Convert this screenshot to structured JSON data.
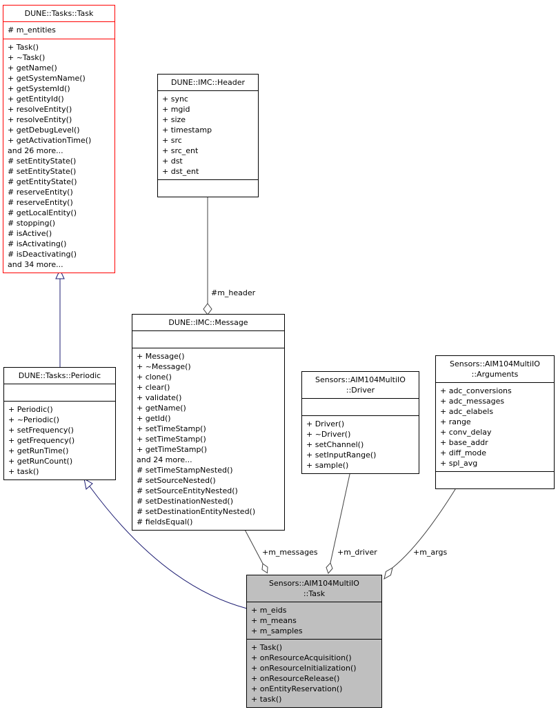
{
  "diagram": {
    "colors": {
      "background": "#ffffff",
      "node_border": "#000000",
      "highlighted_node_border": "#ff0000",
      "current_node_fill": "#bfbfbf",
      "inheritance_edge": "#191970",
      "membership_edge": "#404040"
    },
    "classes": {
      "dune_tasks_task": {
        "title": "DUNE::Tasks::Task",
        "attributes": [
          "# m_entities"
        ],
        "methods": [
          "+ Task()",
          "+ ~Task()",
          "+ getName()",
          "+ getSystemName()",
          "+ getSystemId()",
          "+ getEntityId()",
          "+ resolveEntity()",
          "+ resolveEntity()",
          "+ getDebugLevel()",
          "+ getActivationTime()",
          "and 26 more...",
          "# setEntityState()",
          "# setEntityState()",
          "# getEntityState()",
          "# reserveEntity()",
          "# reserveEntity()",
          "# getLocalEntity()",
          "# stopping()",
          "# isActive()",
          "# isActivating()",
          "# isDeactivating()",
          "and 34 more..."
        ]
      },
      "dune_imc_header": {
        "title": "DUNE::IMC::Header",
        "attributes": [
          "+ sync",
          "+ mgid",
          "+ size",
          "+ timestamp",
          "+ src",
          "+ src_ent",
          "+ dst",
          "+ dst_ent"
        ],
        "methods": []
      },
      "dune_imc_message": {
        "title": "DUNE::IMC::Message",
        "attributes": [],
        "methods": [
          "+ Message()",
          "+ ~Message()",
          "+ clone()",
          "+ clear()",
          "+ validate()",
          "+ getName()",
          "+ getId()",
          "+ setTimeStamp()",
          "+ setTimeStamp()",
          "+ getTimeStamp()",
          "and 24 more...",
          "# setTimeStampNested()",
          "# setSourceNested()",
          "# setSourceEntityNested()",
          "# setDestinationNested()",
          "# setDestinationEntityNested()",
          "# fieldsEqual()"
        ]
      },
      "dune_tasks_periodic": {
        "title": "DUNE::Tasks::Periodic",
        "attributes": [],
        "methods": [
          "+ Periodic()",
          "+ ~Periodic()",
          "+ setFrequency()",
          "+ getFrequency()",
          "+ getRunTime()",
          "+ getRunCount()",
          "+ task()"
        ]
      },
      "sensors_driver": {
        "title": "Sensors::AIM104MultiIO\n::Driver",
        "attributes": [],
        "methods": [
          "+ Driver()",
          "+ ~Driver()",
          "+ setChannel()",
          "+ setInputRange()",
          "+ sample()"
        ]
      },
      "sensors_arguments": {
        "title": "Sensors::AIM104MultiIO\n::Arguments",
        "attributes": [
          "+ adc_conversions",
          "+ adc_messages",
          "+ adc_elabels",
          "+ range",
          "+ conv_delay",
          "+ base_addr",
          "+ diff_mode",
          "+ spl_avg"
        ],
        "methods": []
      },
      "sensors_task": {
        "title": "Sensors::AIM104MultiIO\n::Task",
        "attributes": [
          "+ m_eids",
          "+ m_means",
          "+ m_samples"
        ],
        "methods": [
          "+ Task()",
          "+ onResourceAcquisition()",
          "+ onResourceInitialization()",
          "+ onResourceRelease()",
          "+ onEntityReservation()",
          "+ task()"
        ]
      }
    },
    "edge_labels": {
      "m_header": "#m_header",
      "m_messages": "+m_messages",
      "m_driver": "+m_driver",
      "m_args": "+m_args"
    }
  }
}
